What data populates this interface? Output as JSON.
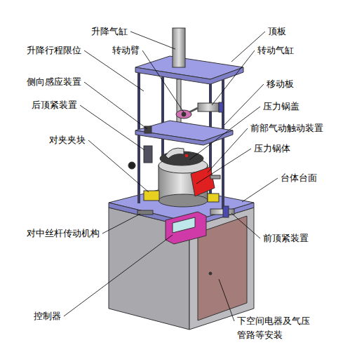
{
  "diagram": {
    "labels": [
      "升降气缸",
      "顶板",
      "升降行程限位",
      "转动臂",
      "转动气缸",
      "侧向感应装置",
      "移动板",
      "后顶紧装置",
      "压力锅盖",
      "前部气动触动装置",
      "对夹夹块",
      "压力锅体",
      "台体台面",
      "对中丝杆传动机构",
      "前顶紧装置",
      "控制器",
      "下空间电器及气压 管路等安装"
    ]
  }
}
